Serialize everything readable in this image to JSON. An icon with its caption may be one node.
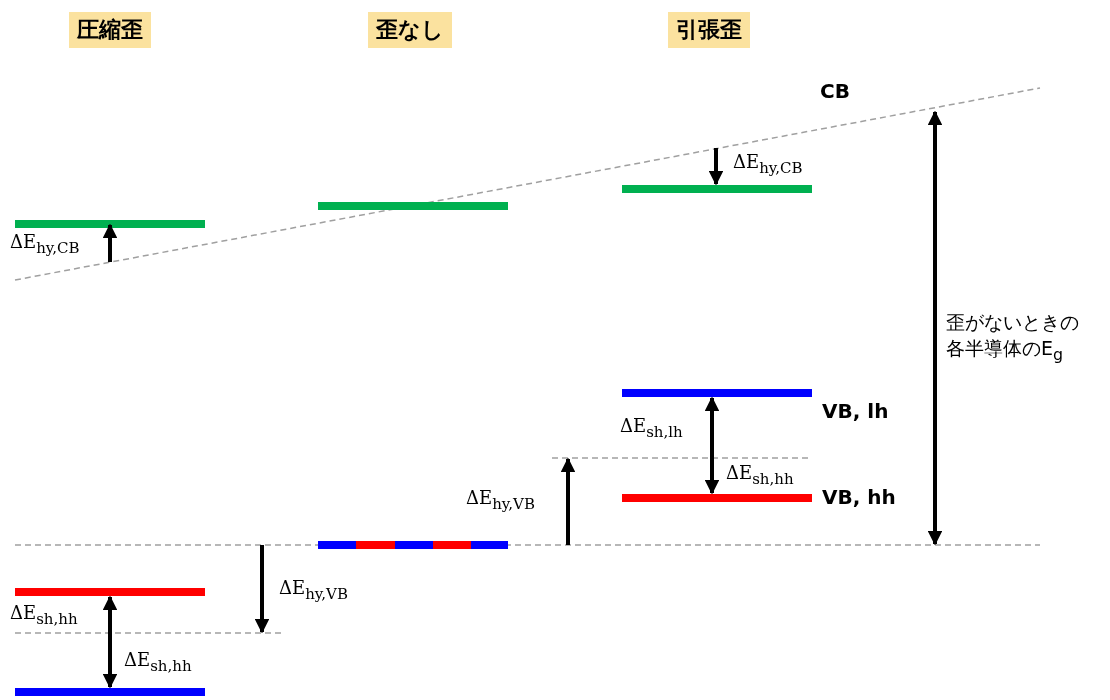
{
  "diagram": {
    "nodes": [
      {
        "text": [
          "圧縮歪"
        ]
      },
      {
        "text": [
          "歪なし"
        ]
      },
      {
        "text": [
          "引張歪"
        ]
      }
    ],
    "labels": [
      "CB",
      "ΔE$_{hy,CB}$",
      "ΔE$_{hy,CB}$",
      "歪がないときの各半導体のE$_{g}$",
      "VB, lh",
      "ΔE$_{sh,lh}$",
      "ΔE$_{hy,VB}$",
      "ΔE$_{sh,hh}$",
      "VB, hh",
      "ΔE$_{hy,VB}$",
      "ΔE$_{sh,hh}$",
      "ΔE$_{sh,hh}$"
    ]
  }
}
